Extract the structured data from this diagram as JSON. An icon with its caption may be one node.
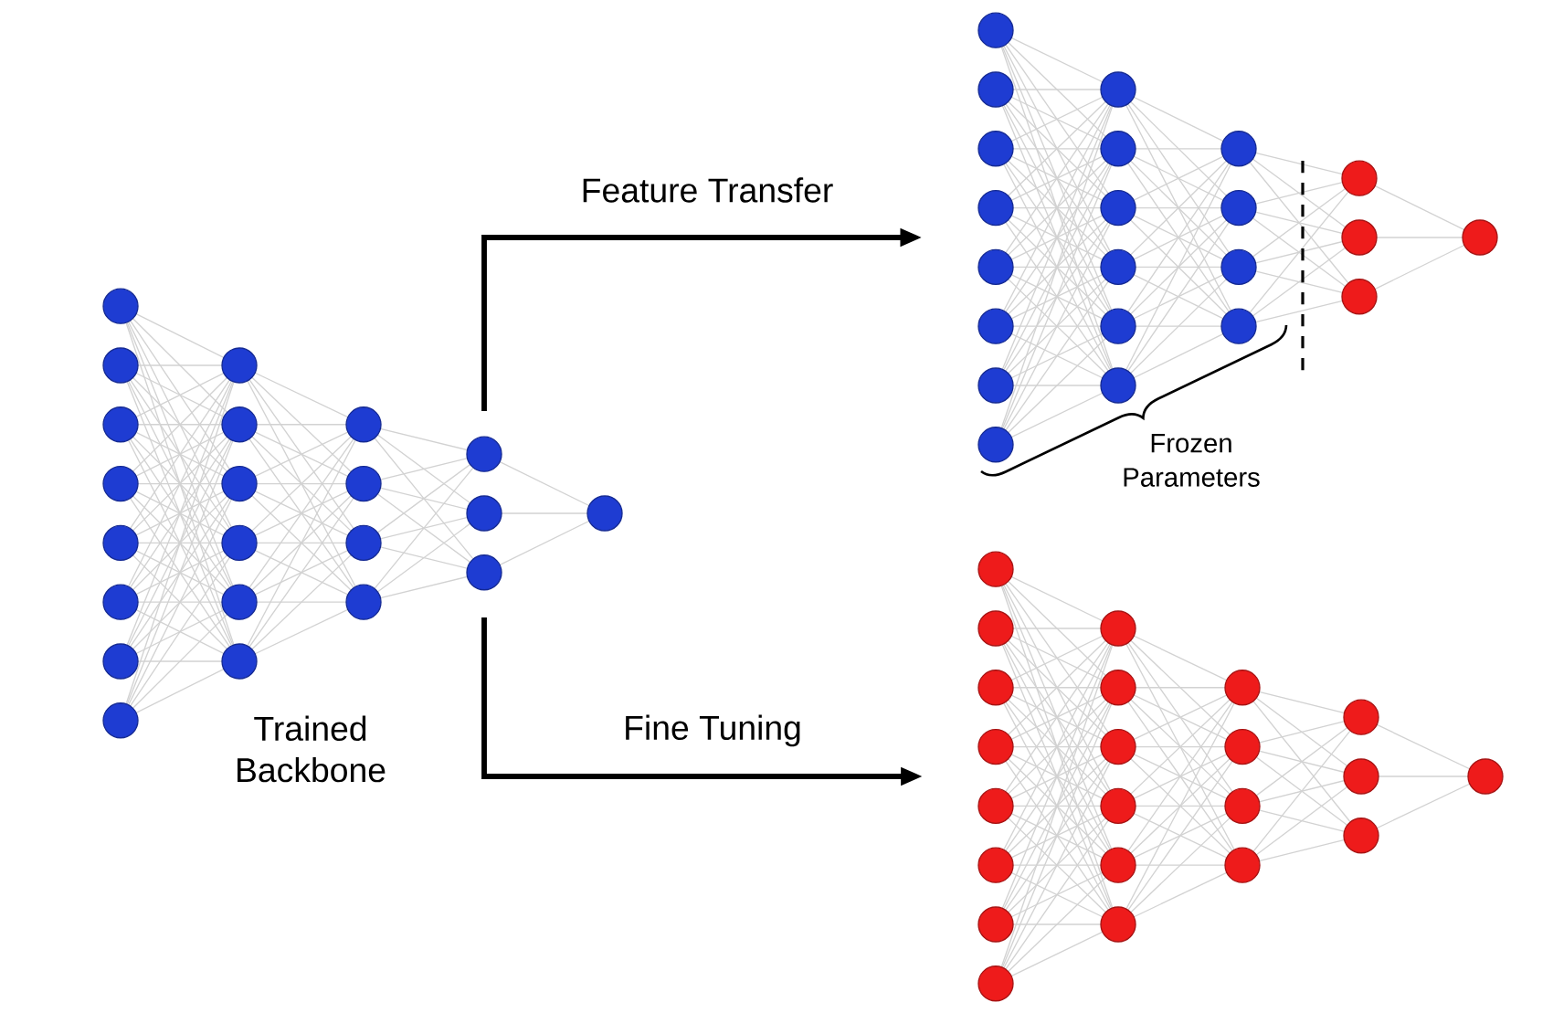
{
  "diagram": {
    "nodes": [
      {
        "text": [],
        "shape": "picture",
        "beside": [
          "Trained Backbone"
        ]
      },
      {
        "text": [],
        "shape": "picture"
      },
      {
        "text": [],
        "shape": "picture"
      }
    ],
    "edges": [
      {
        "from": 0,
        "to": 1,
        "arrow": "to",
        "label": "Feature Transfer"
      },
      {
        "from": 0,
        "to": 2,
        "arrow": "to",
        "label": "Fine Tuning"
      }
    ],
    "labels": [
      "Frozen Parameters"
    ]
  }
}
